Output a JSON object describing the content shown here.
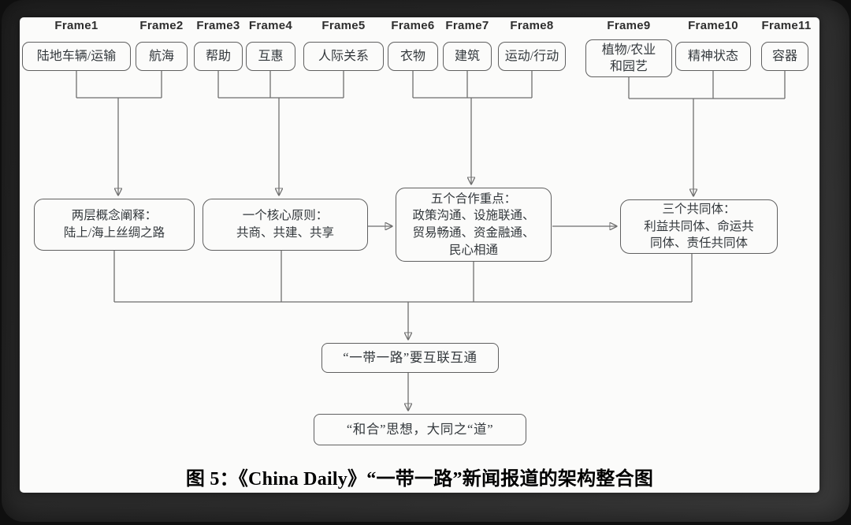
{
  "figure": {
    "frames": [
      {
        "label": "Frame1",
        "concept": "陆地车辆/运输"
      },
      {
        "label": "Frame2",
        "concept": "航海"
      },
      {
        "label": "Frame3",
        "concept": "帮助"
      },
      {
        "label": "Frame4",
        "concept": "互惠"
      },
      {
        "label": "Frame5",
        "concept": "人际关系"
      },
      {
        "label": "Frame6",
        "concept": "衣物"
      },
      {
        "label": "Frame7",
        "concept": "建筑"
      },
      {
        "label": "Frame8",
        "concept": "运动/行动"
      },
      {
        "label": "Frame9",
        "concept": "植物/农业\n和园艺"
      },
      {
        "label": "Frame10",
        "concept": "精神状态"
      },
      {
        "label": "Frame11",
        "concept": "容器"
      }
    ],
    "integration_nodes": [
      {
        "text": "两层概念阐释：\n陆上/海上丝绸之路"
      },
      {
        "text": "一个核心原则：\n共商、共建、共享"
      },
      {
        "text": "五个合作重点：\n政策沟通、设施联通、\n贸易畅通、资金融通、\n民心相通"
      },
      {
        "text": "三个共同体：\n利益共同体、命运共\n同体、责任共同体"
      }
    ],
    "synthesis_nodes": [
      {
        "text": "“一带一路”要互联互通"
      },
      {
        "text": "“和合”思想，大同之“道”"
      }
    ],
    "caption": "图 5：《China Daily》“一带一路”新闻报道的架构整合图"
  },
  "colors": {
    "paper": "#fbfbfa",
    "mat_frame": "#2d2d2d",
    "wire": "#6e6e6e",
    "box_border": "#606060",
    "text": "#33383c",
    "caption_text": "#000000"
  }
}
